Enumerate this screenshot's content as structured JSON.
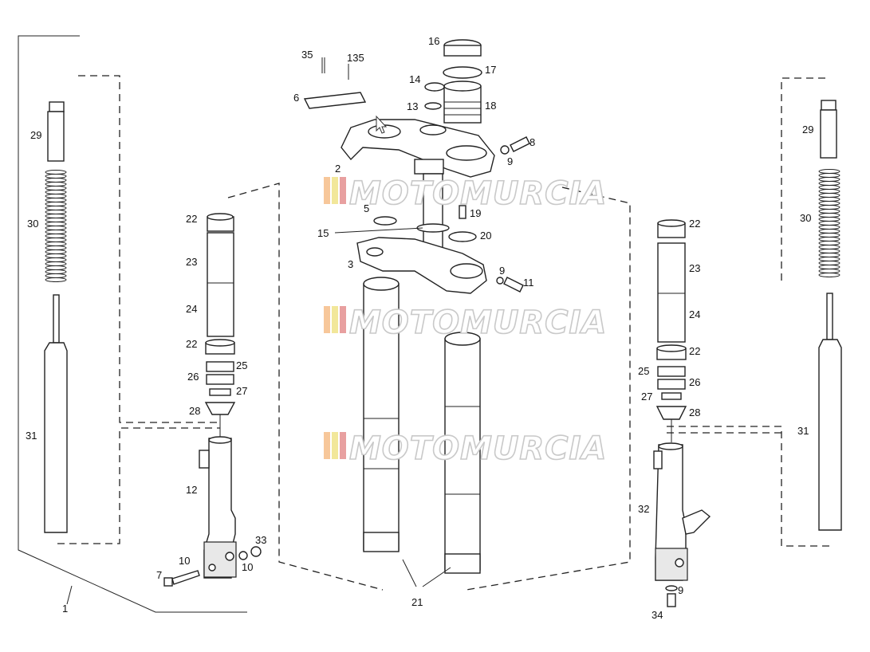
{
  "watermark": {
    "text": "MOTOMURCIA"
  },
  "labels": {
    "l1": "1",
    "l2": "2",
    "l3": "3",
    "l5": "5",
    "l6": "6",
    "l7": "7",
    "l8": "8",
    "l9a": "9",
    "l9b": "9",
    "l9c": "9",
    "l10a": "10",
    "l10b": "10",
    "l11": "11",
    "l12": "12",
    "l13": "13",
    "l14": "14",
    "l15": "15",
    "l16": "16",
    "l17": "17",
    "l18": "18",
    "l19": "19",
    "l20": "20",
    "l21": "21",
    "l22a": "22",
    "l22b": "22",
    "l22c": "22",
    "l22d": "22",
    "l23a": "23",
    "l23b": "23",
    "l24a": "24",
    "l24b": "24",
    "l25a": "25",
    "l25b": "25",
    "l26a": "26",
    "l26b": "26",
    "l27a": "27",
    "l27b": "27",
    "l28a": "28",
    "l28b": "28",
    "l29a": "29",
    "l29b": "29",
    "l30a": "30",
    "l30b": "30",
    "l31a": "31",
    "l31b": "31",
    "l32": "32",
    "l33": "33",
    "l34": "34",
    "l35": "35",
    "l135": "135"
  }
}
